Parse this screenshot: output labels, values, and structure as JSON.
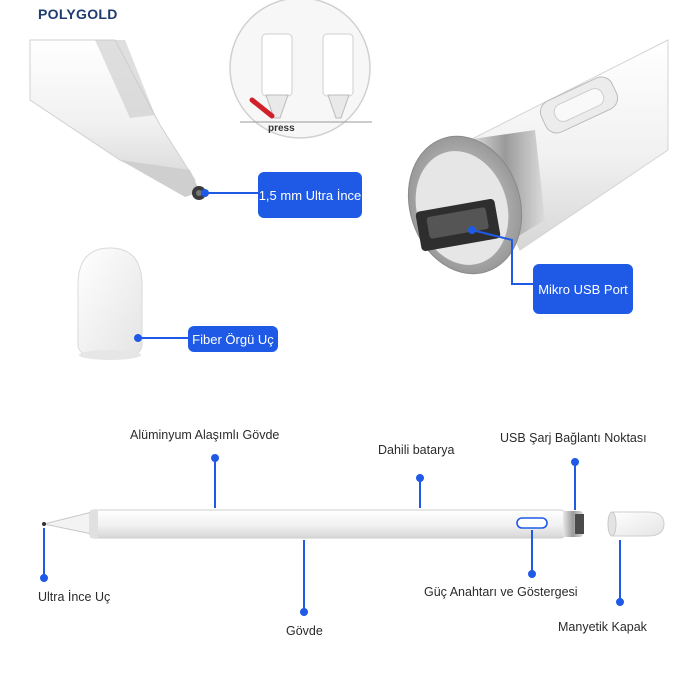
{
  "brand": "POLYGOLD",
  "inset": {
    "press_label": "press"
  },
  "callouts": {
    "tip_width": "1,5 mm Ultra İnce",
    "usb_port": "Mikro USB Port",
    "fiber_tip": "Fiber Örgü Uç"
  },
  "diagram_labels": {
    "aluminum_body": "Alüminyum Alaşımlı Gövde",
    "battery": "Dahili batarya",
    "usb_charge_point": "USB Şarj Bağlantı Noktası",
    "ultra_thin_tip": "Ultra İnce Uç",
    "body": "Gövde",
    "power_switch": "Güç Anahtarı ve Göstergesi",
    "magnetic_cap": "Manyetik Kapak"
  },
  "colors": {
    "accent": "#1f5ae6",
    "brand": "#1f3c70",
    "leader": "#1f5ae6"
  }
}
